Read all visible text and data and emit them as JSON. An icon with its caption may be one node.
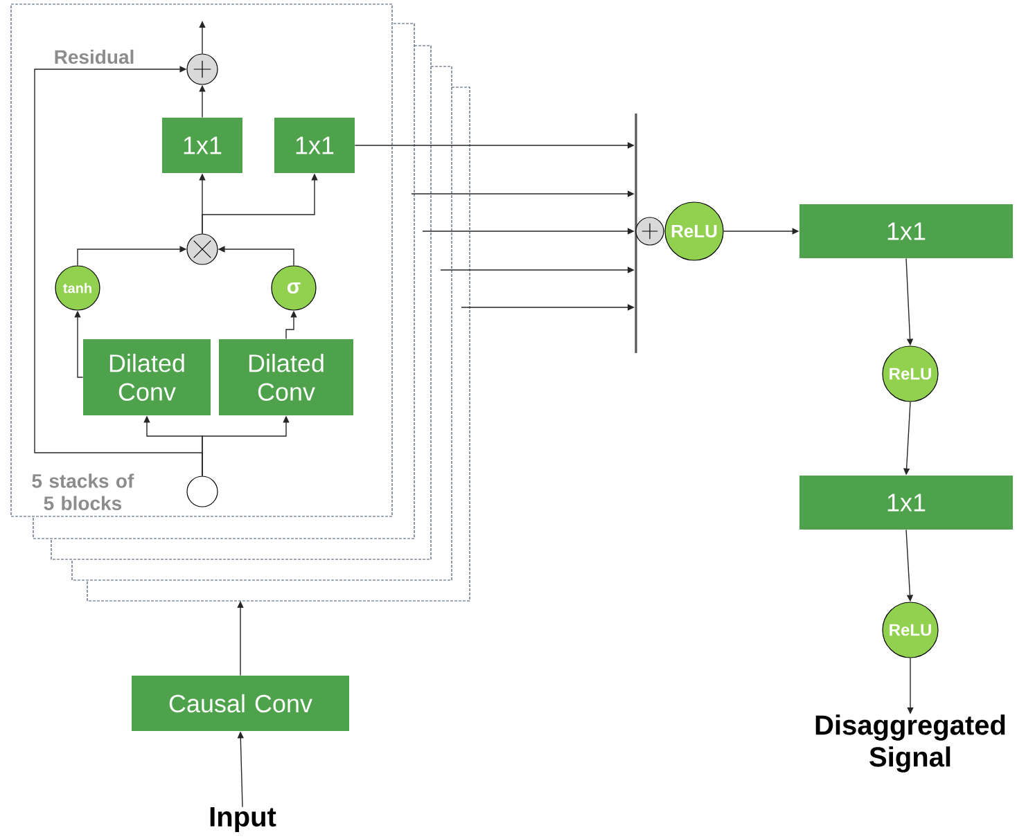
{
  "diagram": {
    "nodes": [
      {
        "text": [
          "5 stacks of 5 blocks"
        ]
      },
      {
        "text": [],
        "shape": "circle",
        "in": 0
      },
      {
        "text": [
          "1x1"
        ],
        "in": 0
      },
      {
        "text": [
          "1x1"
        ],
        "in": 0
      },
      {
        "text": [],
        "shape": "circle",
        "in": 0
      },
      {
        "text": [
          "tanh"
        ],
        "in": 0
      },
      {
        "text": [
          "σ"
        ],
        "in": 0
      },
      {
        "text": [
          "Dilated Conv"
        ],
        "in": 0
      },
      {
        "text": [
          "Dilated Conv"
        ],
        "in": 0
      },
      {
        "text": [],
        "shape": "circle",
        "in": 0
      },
      {
        "text": [],
        "shape": "bar"
      },
      {
        "text": [],
        "shape": "circle"
      },
      {
        "text": [
          "ReLU"
        ]
      },
      {
        "text": [
          "1x1"
        ]
      },
      {
        "text": [
          "ReLU"
        ]
      },
      {
        "text": [
          "1x1"
        ]
      },
      {
        "text": [
          "ReLU"
        ]
      },
      {
        "text": [
          "Disaggregated Signal"
        ]
      },
      {
        "text": [
          "Causal Conv"
        ]
      },
      {
        "text": [
          "Input"
        ]
      }
    ],
    "edges": [
      {
        "from": 9,
        "to": 7,
        "arrow": "to"
      },
      {
        "from": 9,
        "to": 8,
        "arrow": "to"
      },
      {
        "from": 9,
        "to": 1,
        "arrow": "to",
        "label": "Residual"
      },
      {
        "from": 7,
        "to": 5,
        "arrow": "to"
      },
      {
        "from": 8,
        "to": 6,
        "arrow": "to"
      },
      {
        "from": 5,
        "to": 4,
        "arrow": "to"
      },
      {
        "from": 6,
        "to": 4,
        "arrow": "to"
      },
      {
        "from": 4,
        "to": 2,
        "arrow": "to"
      },
      {
        "from": 4,
        "to": 3,
        "arrow": "to"
      },
      {
        "from": 2,
        "to": 1,
        "arrow": "to"
      },
      {
        "from": 1,
        "to": null,
        "arrow": "to"
      },
      {
        "from": 3,
        "to": 10,
        "arrow": "to"
      },
      {
        "from": null,
        "to": 10,
        "arrow": "to"
      },
      {
        "from": null,
        "to": 10,
        "arrow": "to"
      },
      {
        "from": null,
        "to": 10,
        "arrow": "to"
      },
      {
        "from": null,
        "to": 10,
        "arrow": "to"
      },
      {
        "from": 12,
        "to": 13,
        "arrow": "to"
      },
      {
        "from": 13,
        "to": 14,
        "arrow": "to"
      },
      {
        "from": 14,
        "to": 15,
        "arrow": "to"
      },
      {
        "from": 15,
        "to": 16,
        "arrow": "to"
      },
      {
        "from": 16,
        "to": 17,
        "arrow": "to"
      },
      {
        "from": 18,
        "to": null,
        "arrow": "to"
      },
      {
        "from": 19,
        "to": 18,
        "arrow": "to"
      }
    ]
  }
}
